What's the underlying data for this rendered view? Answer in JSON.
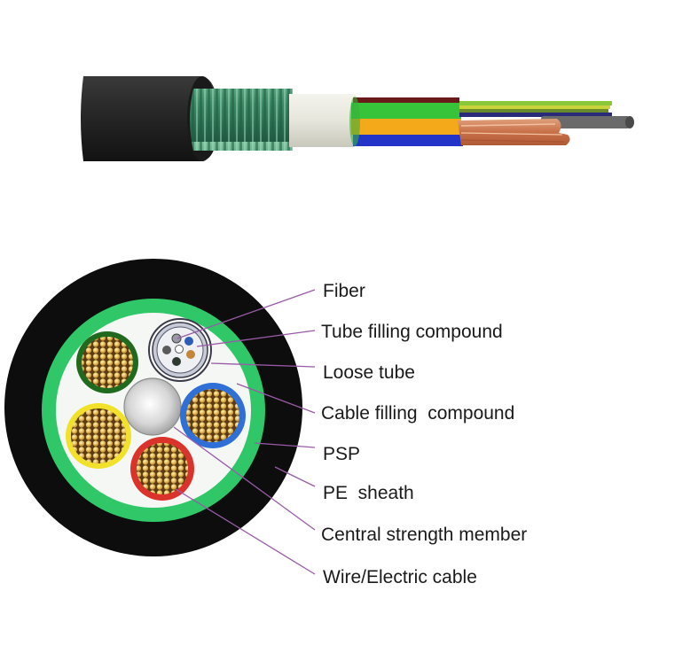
{
  "title": "Fiber optic composite power cable structure",
  "colors": {
    "pe_sheath": "#0d0d0d",
    "psp": "#2fc768",
    "cable_filling": "#f4f7f4",
    "leader_line": "#9a5aa8",
    "label_text": "#1a1a1a",
    "conductor_core": "#d6a94a",
    "insulation_green": "#1f6a1f",
    "insulation_blue": "#2f6fd6",
    "insulation_yellow": "#f1e12a",
    "insulation_red": "#d9332b",
    "strength_member": "#d8d8d8"
  },
  "side_view": {
    "layers": [
      "PE sheath",
      "Corrugated steel tape (PSP)",
      "Wrapping tape",
      "Insulated conductors",
      "Copper strands",
      "Fiber tubes",
      "Central strength member"
    ],
    "conductor_colors": [
      "#6b1a1a",
      "#37c43a",
      "#f4a91a",
      "#2235c8"
    ]
  },
  "cross_section": {
    "loose_tube_fiber_colors": [
      "#9a9aa6",
      "#2b5cb8",
      "#5a5a5a",
      "#ffffff",
      "#c4843a",
      "#2e3a30"
    ],
    "conductors": [
      {
        "position": "top-left",
        "insulation": "green"
      },
      {
        "position": "right",
        "insulation": "blue"
      },
      {
        "position": "left",
        "insulation": "yellow"
      },
      {
        "position": "bottom",
        "insulation": "red"
      }
    ]
  },
  "labels": [
    {
      "id": "fiber",
      "text": "Fiber"
    },
    {
      "id": "tube-filling-compound",
      "text": "Tube filling compound"
    },
    {
      "id": "loose-tube",
      "text": "Loose tube"
    },
    {
      "id": "cable-filling-compound",
      "text": "Cable filling  compound"
    },
    {
      "id": "psp",
      "text": "PSP"
    },
    {
      "id": "pe-sheath",
      "text": "PE  sheath"
    },
    {
      "id": "central-strength-member",
      "text": "Central strength member"
    },
    {
      "id": "wire-electric-cable",
      "text": "Wire/Electric cable"
    }
  ]
}
